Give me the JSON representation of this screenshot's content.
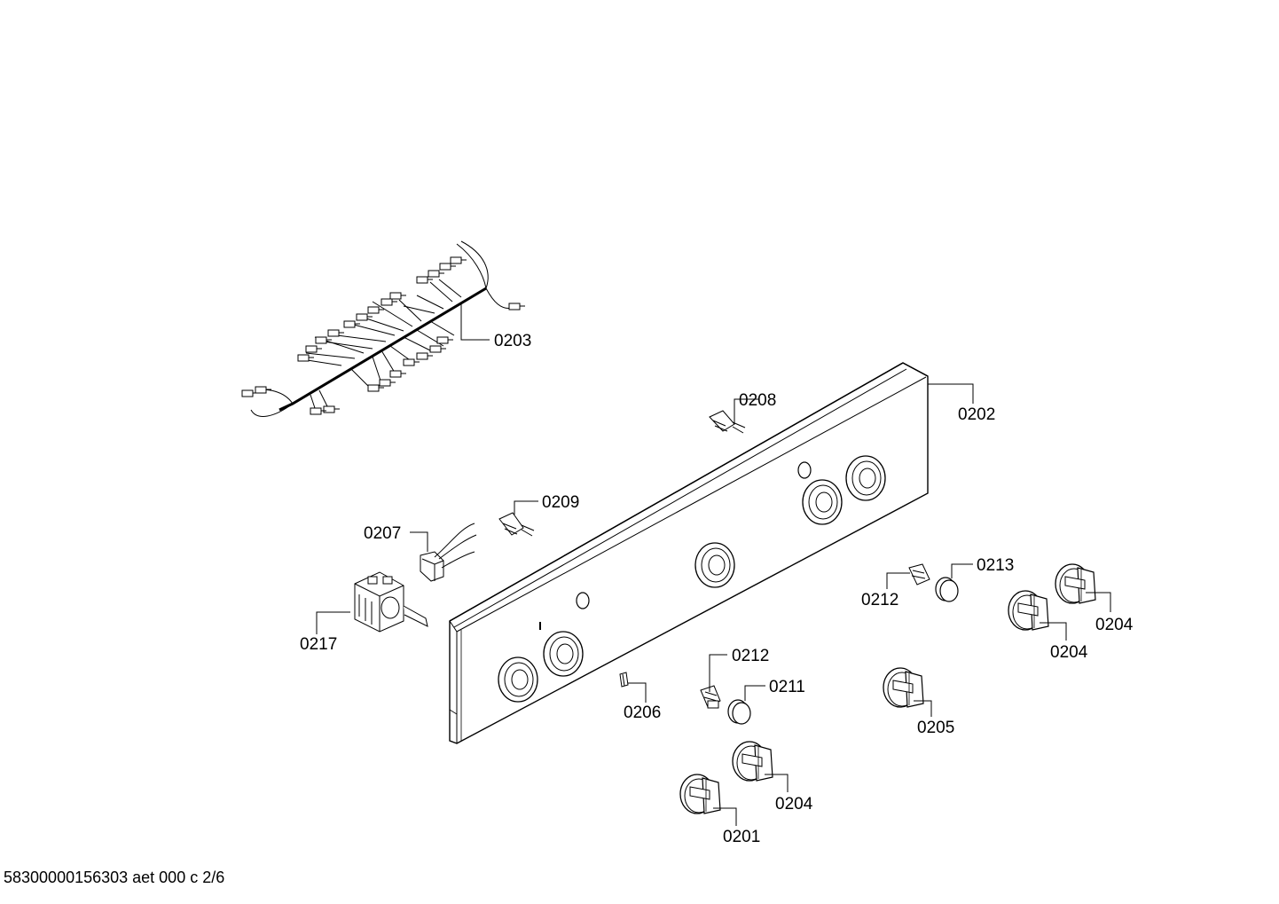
{
  "labels": {
    "p0203": "0203",
    "p0202": "0202",
    "p0208": "0208",
    "p0209": "0209",
    "p0207": "0207",
    "p0217": "0217",
    "p0213": "0213",
    "p0212a": "0212",
    "p0212b": "0212",
    "p0204a": "0204",
    "p0204b": "0204",
    "p0204c": "0204",
    "p0206": "0206",
    "p0211": "0211",
    "p0205": "0205",
    "p0201": "0201"
  },
  "footer": "58300000156303 aet 000 c 2/6"
}
